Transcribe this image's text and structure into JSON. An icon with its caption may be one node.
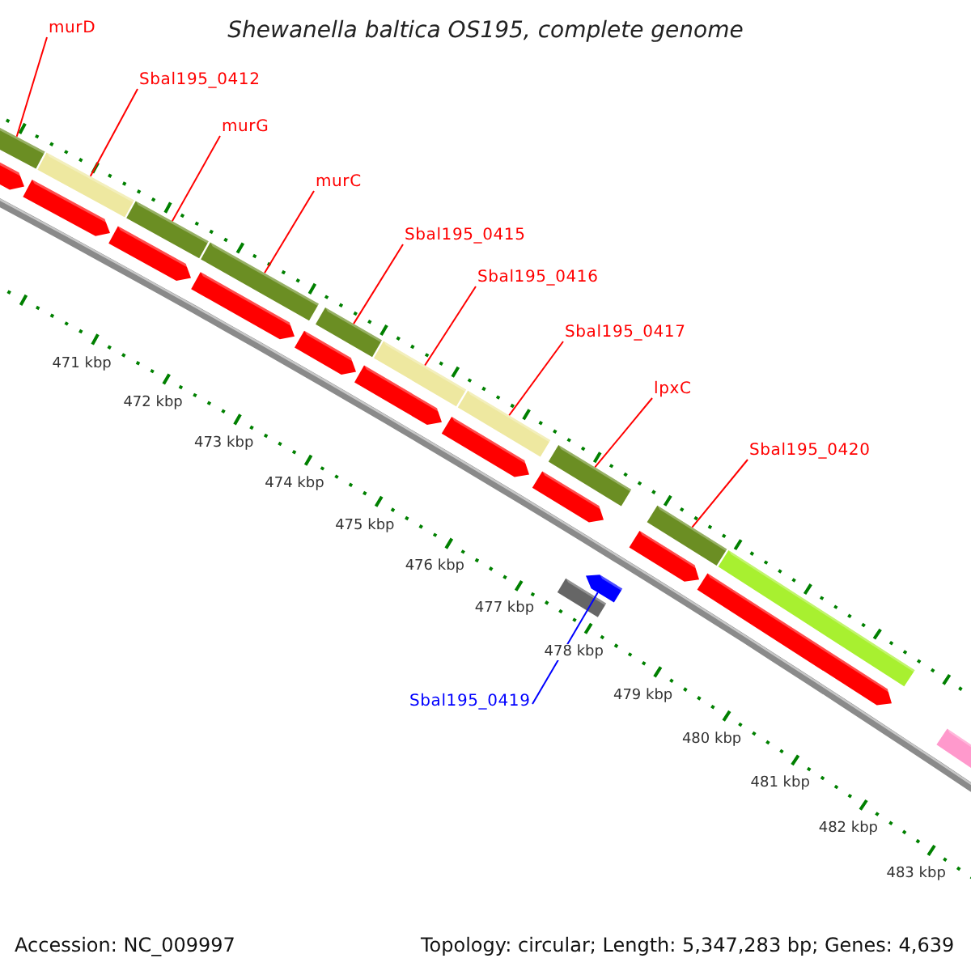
{
  "diagram": {
    "title": "Shewanella baltica OS195, complete genome",
    "nodes": [
      {
        "text": [
          "murD"
        ]
      },
      {
        "text": [
          "Sbal195_0412"
        ]
      },
      {
        "text": [
          "murG"
        ]
      },
      {
        "text": [
          "murC"
        ]
      },
      {
        "text": [
          "Sbal195_0415"
        ]
      },
      {
        "text": [
          "Sbal195_0416"
        ]
      },
      {
        "text": [
          "Sbal195_0417"
        ]
      },
      {
        "text": [
          "lpxC"
        ]
      },
      {
        "text": [
          "Sbal195_0420"
        ]
      },
      {
        "text": [
          "Sbal195_0419"
        ]
      },
      {
        "text": [],
        "shape": "bar"
      },
      {
        "text": [],
        "shape": "bar"
      },
      {
        "text": [],
        "shape": "bar"
      },
      {
        "text": [],
        "shape": "bar"
      },
      {
        "text": [],
        "shape": "bar"
      },
      {
        "text": [],
        "shape": "bar"
      },
      {
        "text": [],
        "shape": "bar"
      },
      {
        "text": [],
        "shape": "bar"
      },
      {
        "text": [],
        "shape": "bar"
      },
      {
        "text": [],
        "shape": "bar"
      },
      {
        "text": [],
        "shape": "arrow"
      },
      {
        "text": [],
        "shape": "arrow"
      },
      {
        "text": [],
        "shape": "arrow"
      },
      {
        "text": [],
        "shape": "arrow"
      },
      {
        "text": [],
        "shape": "arrow"
      },
      {
        "text": [],
        "shape": "arrow"
      },
      {
        "text": [],
        "shape": "arrow"
      },
      {
        "text": [],
        "shape": "arrow"
      },
      {
        "text": [],
        "shape": "arrow"
      },
      {
        "text": [],
        "shape": "arrow"
      },
      {
        "text": [],
        "shape": "arrow"
      },
      {
        "text": [],
        "shape": "arrow"
      },
      {
        "text": [],
        "shape": "bar"
      }
    ],
    "edges": [
      {
        "from": 0,
        "to": 10,
        "arrow": "none"
      },
      {
        "from": 1,
        "to": 11,
        "arrow": "none"
      },
      {
        "from": 2,
        "to": 12,
        "arrow": "none"
      },
      {
        "from": 3,
        "to": 13,
        "arrow": "none"
      },
      {
        "from": 4,
        "to": 14,
        "arrow": "none"
      },
      {
        "from": 5,
        "to": 15,
        "arrow": "none"
      },
      {
        "from": 6,
        "to": 16,
        "arrow": "none"
      },
      {
        "from": 7,
        "to": 17,
        "arrow": "none"
      },
      {
        "from": 8,
        "to": 18,
        "arrow": "none"
      },
      {
        "from": 9,
        "to": 31,
        "arrow": "none",
        "color": "#0000ff"
      }
    ],
    "labels": [
      "471 kbp",
      "472 kbp",
      "473 kbp",
      "474 kbp",
      "475 kbp",
      "476 kbp",
      "477 kbp",
      "478 kbp",
      "479 kbp",
      "480 kbp",
      "481 kbp",
      "482 kbp",
      "483 kbp",
      "Accession: NC_009997",
      "Topology: circular; Length: 5,347,283 bp; Genes: 4,639"
    ]
  }
}
